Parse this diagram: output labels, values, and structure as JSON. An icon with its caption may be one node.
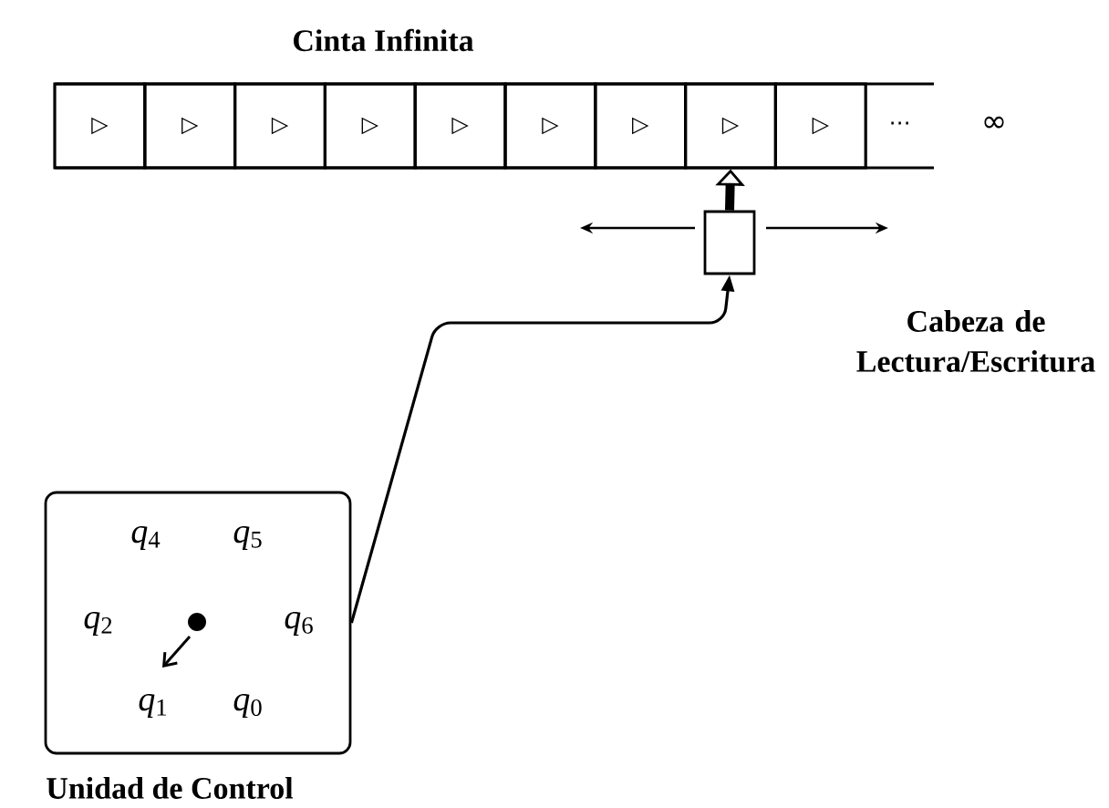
{
  "diagram": {
    "nodes": [
      {
        "text": [
          "Cinta Infinita"
        ]
      },
      {
        "text": [
          "▷"
        ],
        "in": 0
      },
      {
        "text": [
          "▷"
        ],
        "in": 0
      },
      {
        "text": [
          "▷"
        ],
        "in": 0
      },
      {
        "text": [
          "▷"
        ],
        "in": 0
      },
      {
        "text": [
          "▷"
        ],
        "in": 0
      },
      {
        "text": [
          "▷"
        ],
        "in": 0
      },
      {
        "text": [
          "▷"
        ],
        "in": 0
      },
      {
        "text": [
          "▷"
        ],
        "in": 0
      },
      {
        "text": [
          "▷"
        ],
        "in": 0
      },
      {
        "text": [
          "⋯"
        ],
        "in": 0
      },
      {
        "text": [],
        "shape": "box"
      },
      {
        "text": [
          "Unidad de Control"
        ]
      }
    ],
    "edges": [
      {
        "from": 11,
        "to": 8,
        "arrow": "to",
        "style": "thick"
      },
      {
        "from": 12,
        "to": 11,
        "arrow": "to"
      }
    ],
    "labels": [
      "∞",
      "Cabeza de Lectura/Escritura",
      "*q*$_{4}$",
      "*q*$_{5}$",
      "*q*$_{2}$",
      "*q*$_{6}$",
      "*q*$_{1}$",
      "*q*$_{0}$"
    ]
  }
}
